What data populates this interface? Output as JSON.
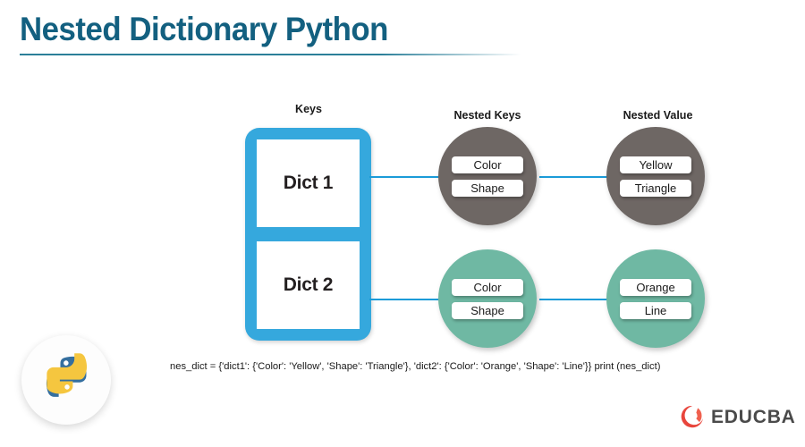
{
  "page": {
    "title": "Nested Dictionary Python",
    "background_color": "#ffffff",
    "title_color": "#136080"
  },
  "diagram": {
    "column_labels": {
      "keys": "Keys",
      "nested_keys": "Nested Keys",
      "nested_value": "Nested Value"
    },
    "colors": {
      "keys_box_border": "#35a8dd",
      "connector_line": "#1b9bd8",
      "circle_row_1": "#6e6764",
      "circle_row_2": "#6fb8a3",
      "pill_background": "#ffffff"
    },
    "rows": [
      {
        "key": "Dict 1",
        "nested_keys": [
          "Color",
          "Shape"
        ],
        "nested_values": [
          "Yellow",
          "Triangle"
        ],
        "circle_color": "#6e6764"
      },
      {
        "key": "Dict 2",
        "nested_keys": [
          "Color",
          "Shape"
        ],
        "nested_values": [
          "Orange",
          "Line"
        ],
        "circle_color": "#6fb8a3"
      }
    ]
  },
  "code": {
    "line": "nes_dict = {'dict1': {'Color': 'Yellow', 'Shape': 'Triangle'}, 'dict2': {'Color': 'Orange', 'Shape': 'Line'}} print (nes_dict)"
  },
  "branding": {
    "python_logo": "python-logo",
    "educba_text": "EDUCBA",
    "educba_mark_color": "#e8453c",
    "educba_text_color": "#4a4a4a"
  }
}
